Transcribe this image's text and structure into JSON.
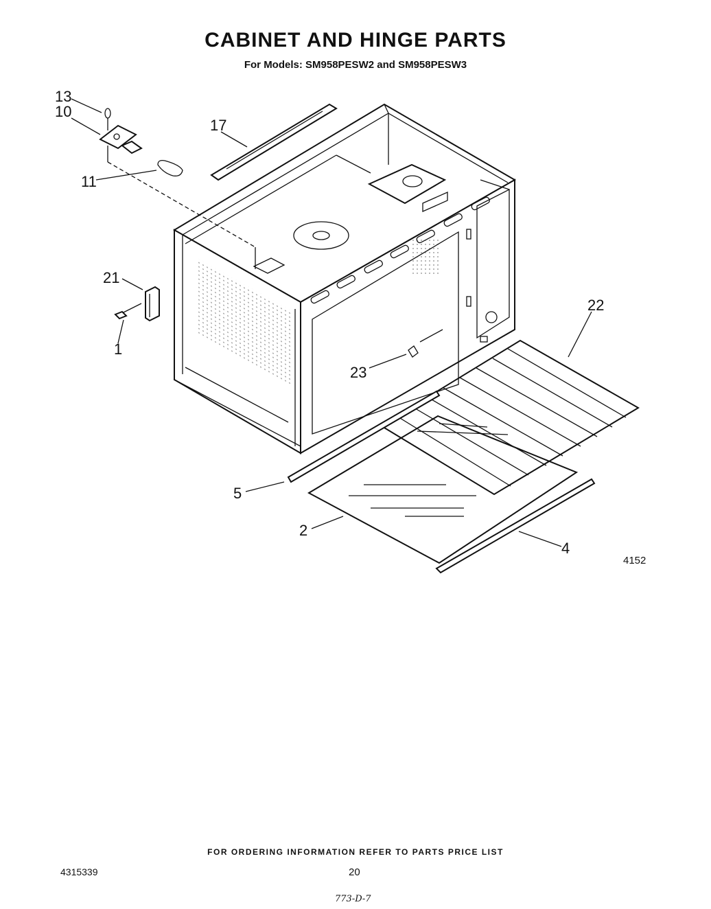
{
  "header": {
    "title": "CABINET AND HINGE PARTS",
    "subtitle": "For Models: SM958PESW2 and SM958PESW3"
  },
  "callouts": {
    "c13": "13",
    "c10": "10",
    "c17": "17",
    "c11": "11",
    "c21": "21",
    "c1": "1",
    "c22": "22",
    "c23": "23",
    "c5": "5",
    "c2": "2",
    "c4": "4"
  },
  "figure_number": "4152",
  "footer": {
    "ordering_note": "FOR ORDERING INFORMATION REFER TO PARTS PRICE LIST",
    "part_number": "4315339",
    "page_number": "20",
    "handwritten": "773-D-7"
  }
}
